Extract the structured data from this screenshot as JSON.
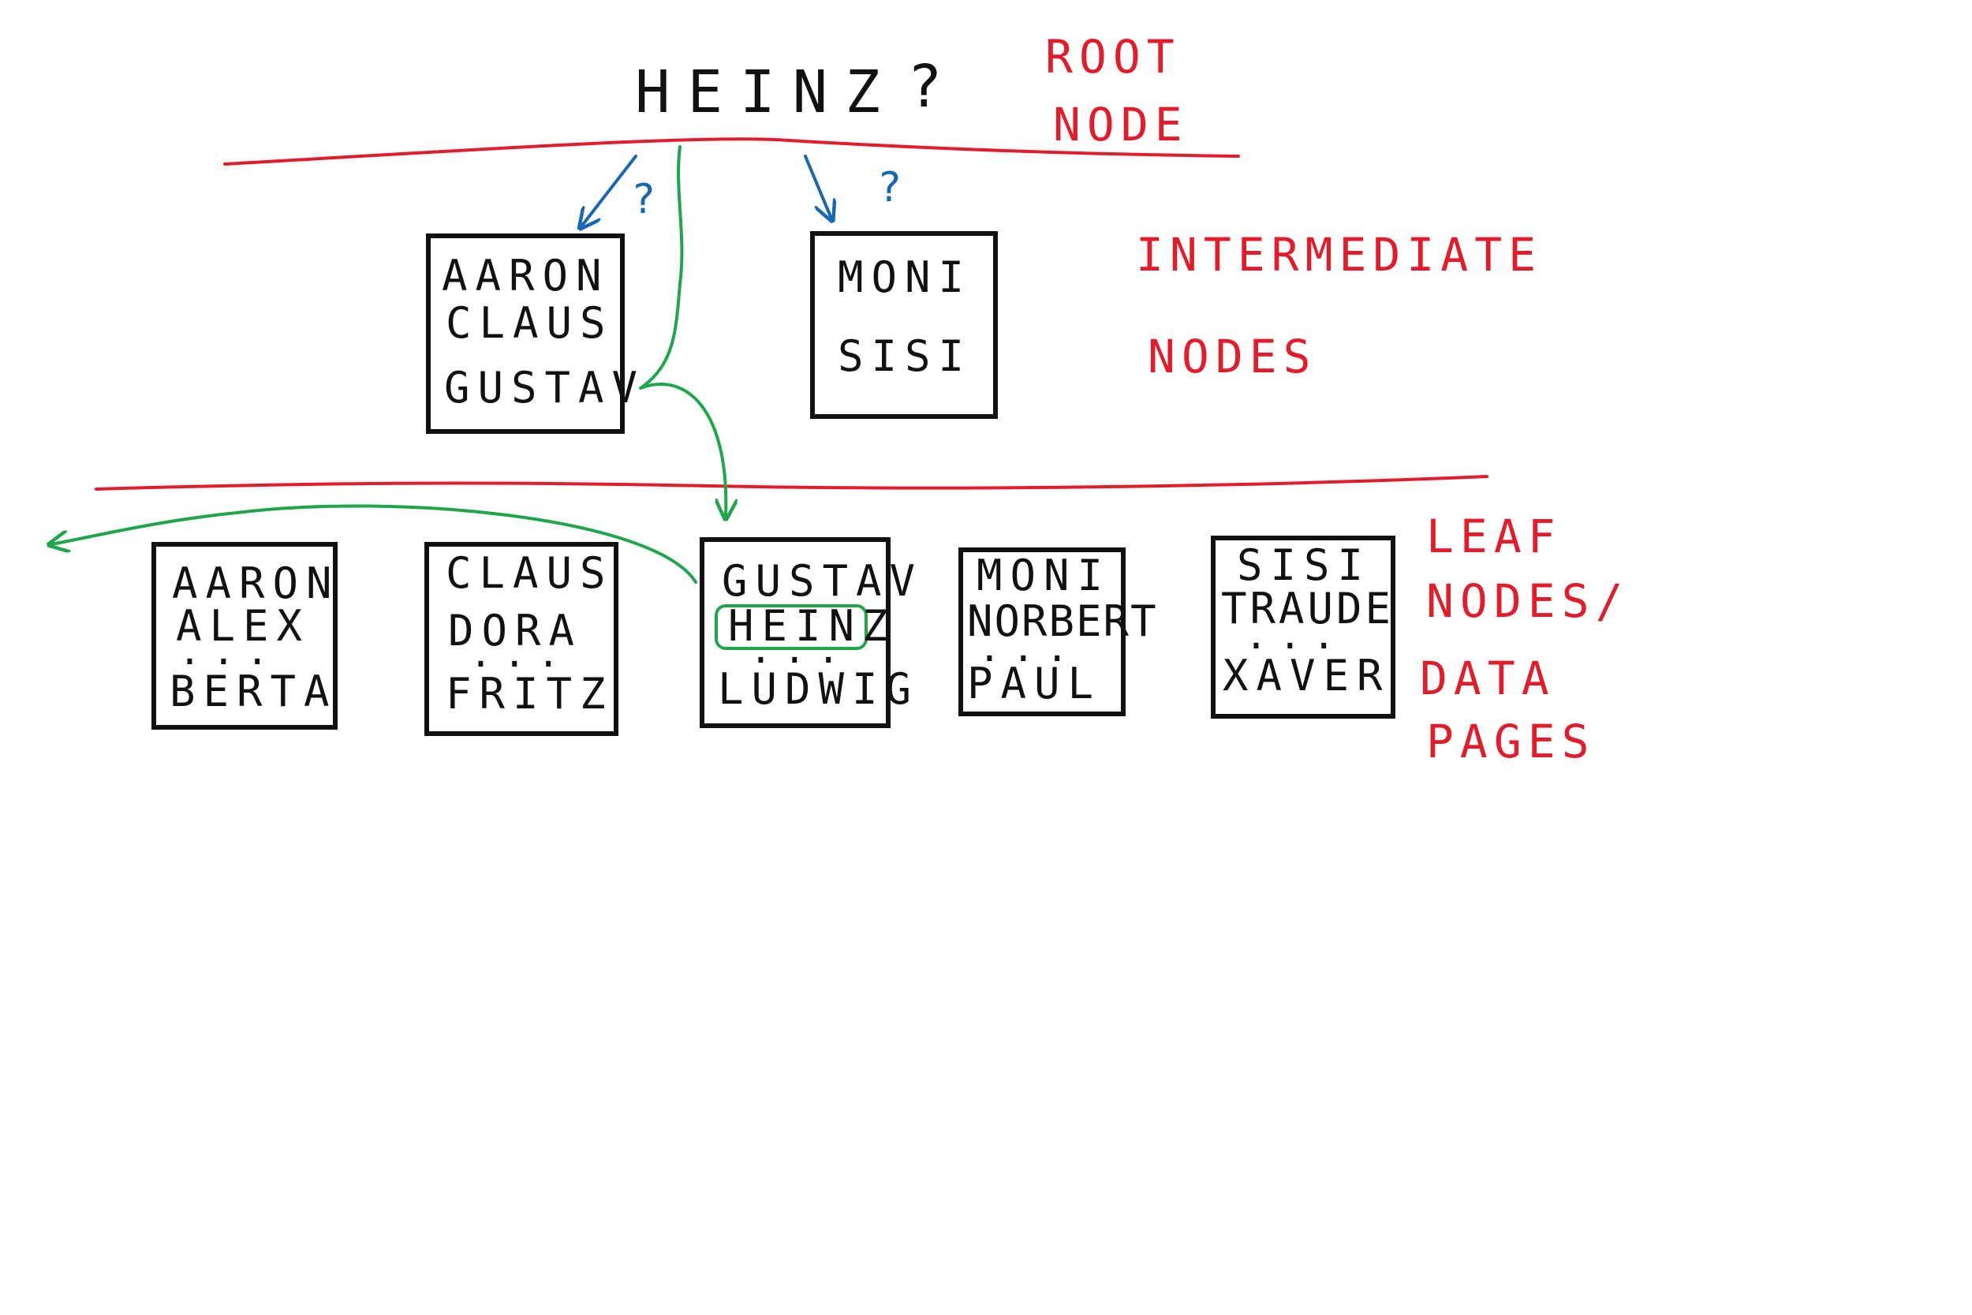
{
  "root": {
    "key": "HEINZ",
    "query_mark": "?"
  },
  "intermediate_nodes": [
    {
      "keys": [
        "AARON",
        "CLAUS",
        "GUSTAV"
      ],
      "query_mark": "?"
    },
    {
      "keys": [
        "MONI",
        "SISI"
      ],
      "query_mark": "?"
    }
  ],
  "leaf_nodes": [
    {
      "keys": [
        "AARON",
        "ALEX"
      ],
      "ellipsis": "...",
      "last": "BERTA"
    },
    {
      "keys": [
        "CLAUS",
        "DORA"
      ],
      "ellipsis": "...",
      "last": "FRITZ"
    },
    {
      "keys": [
        "GUSTAV",
        "HEINZ"
      ],
      "ellipsis": "...",
      "last": "LUDWIG",
      "highlighted": "HEINZ"
    },
    {
      "keys": [
        "MONI",
        "NORBERT"
      ],
      "ellipsis": "...",
      "last": "PAUL"
    },
    {
      "keys": [
        "SISI",
        "TRAUDE"
      ],
      "ellipsis": "...",
      "last": "XAVER"
    }
  ],
  "annotations": {
    "root_label_1": "ROOT",
    "root_label_2": "NODE",
    "intermediate_label_1": "INTERMEDIATE",
    "intermediate_label_2": "NODES",
    "leaf_label_1": "LEAF",
    "leaf_label_2": "NODES/",
    "leaf_label_3": "DATA",
    "leaf_label_4": "PAGES"
  },
  "colors": {
    "ink": "#111111",
    "level_line": "#e31c2b",
    "search_arrow": "#1767b5",
    "path": "#1fa64a"
  }
}
